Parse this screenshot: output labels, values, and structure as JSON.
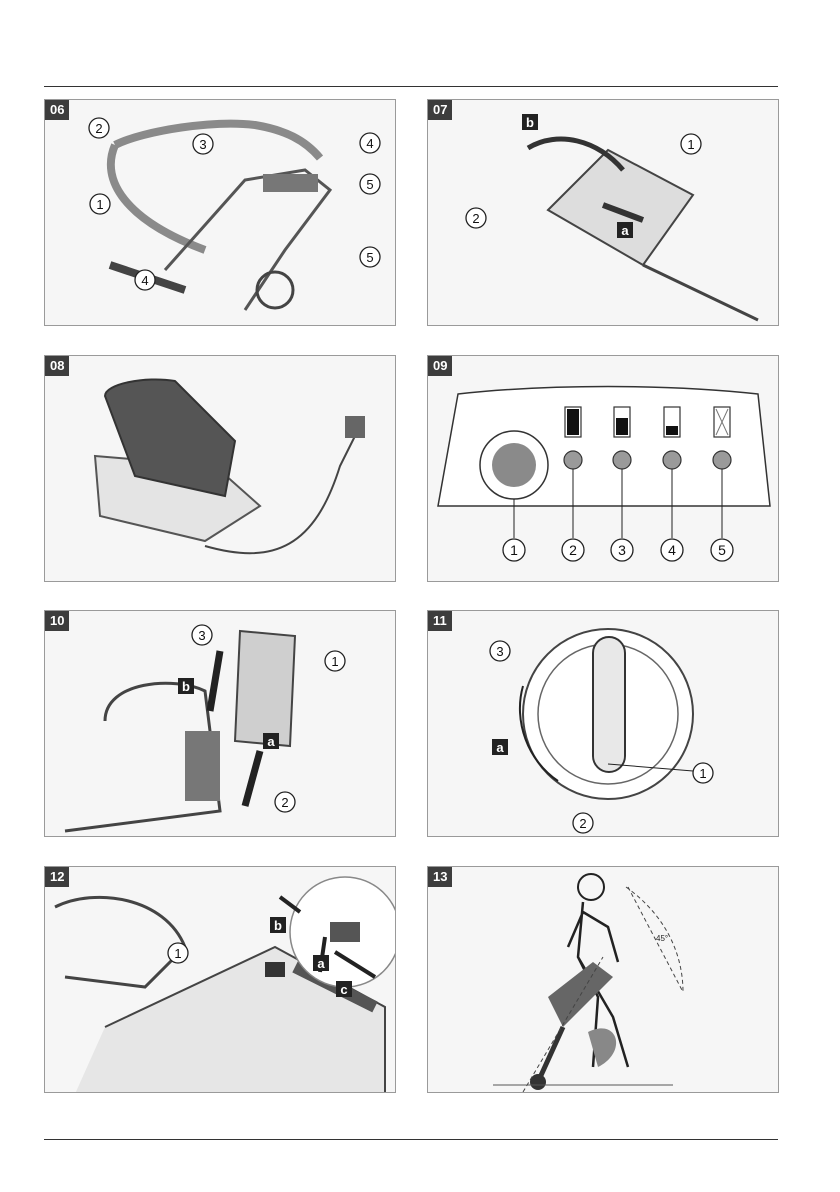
{
  "figures": [
    {
      "number": "06",
      "callouts": [
        "1",
        "2",
        "3",
        "4",
        "4",
        "5",
        "5"
      ]
    },
    {
      "number": "07",
      "callouts": [
        "1",
        "2"
      ],
      "letters": [
        "a",
        "b"
      ]
    },
    {
      "number": "08",
      "callouts": []
    },
    {
      "number": "09",
      "callouts": [
        "1",
        "2",
        "3",
        "4",
        "5"
      ]
    },
    {
      "number": "10",
      "callouts": [
        "1",
        "2",
        "3"
      ],
      "letters": [
        "a",
        "b"
      ]
    },
    {
      "number": "11",
      "callouts": [
        "1",
        "2",
        "3"
      ],
      "letters": [
        "a"
      ]
    },
    {
      "number": "12",
      "callouts": [
        "1"
      ],
      "letters": [
        "a",
        "b",
        "c"
      ]
    },
    {
      "number": "13",
      "callouts": [],
      "angle_label": "45°"
    }
  ],
  "colors": {
    "panel_bg": "#f6f6f6",
    "tag_bg": "#3d3d3d",
    "line": "#333333"
  }
}
